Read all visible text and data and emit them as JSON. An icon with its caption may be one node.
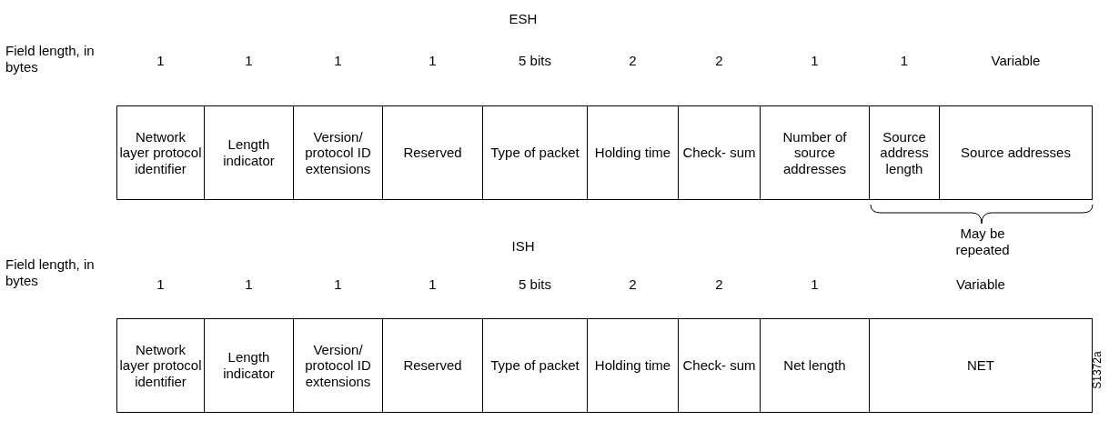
{
  "diagram": {
    "nodes": [
      {
        "text": [
          "Network layer protocol identifier"
        ],
        "beside": [
          "1"
        ]
      },
      {
        "text": [
          "Length indicator"
        ],
        "beside": [
          "1"
        ]
      },
      {
        "text": [
          "Version/ protocol ID extensions"
        ],
        "beside": [
          "1"
        ]
      },
      {
        "text": [
          "Reserved"
        ],
        "beside": [
          "1"
        ]
      },
      {
        "text": [
          "Type of packet"
        ],
        "beside": [
          "5 bits"
        ]
      },
      {
        "text": [
          "Holding time"
        ],
        "beside": [
          "2"
        ]
      },
      {
        "text": [
          "Check- sum"
        ],
        "beside": [
          "2"
        ]
      },
      {
        "text": [
          "Number of source addresses"
        ],
        "beside": [
          "1"
        ]
      },
      {
        "text": [
          "Source address length"
        ],
        "beside": [
          "1"
        ]
      },
      {
        "text": [
          "Source addresses"
        ],
        "beside": [
          "Variable"
        ]
      },
      {
        "text": [
          "Network layer protocol identifier"
        ],
        "beside": [
          "1"
        ]
      },
      {
        "text": [
          "Length indicator"
        ],
        "beside": [
          "1"
        ]
      },
      {
        "text": [
          "Version/ protocol ID extensions"
        ],
        "beside": [
          "1"
        ]
      },
      {
        "text": [
          "Reserved"
        ],
        "beside": [
          "1"
        ]
      },
      {
        "text": [
          "Type of packet"
        ],
        "beside": [
          "5 bits"
        ]
      },
      {
        "text": [
          "Holding time"
        ],
        "beside": [
          "2"
        ]
      },
      {
        "text": [
          "Check- sum"
        ],
        "beside": [
          "2"
        ]
      },
      {
        "text": [
          "Net length"
        ],
        "beside": [
          "1"
        ]
      },
      {
        "text": [
          "NET"
        ],
        "beside": [
          "Variable"
        ]
      }
    ],
    "edges": [],
    "labels": [
      "ESH",
      "Field length, in bytes",
      "May be repeated",
      "ISH",
      "Field length, in bytes",
      "S1372a"
    ]
  }
}
